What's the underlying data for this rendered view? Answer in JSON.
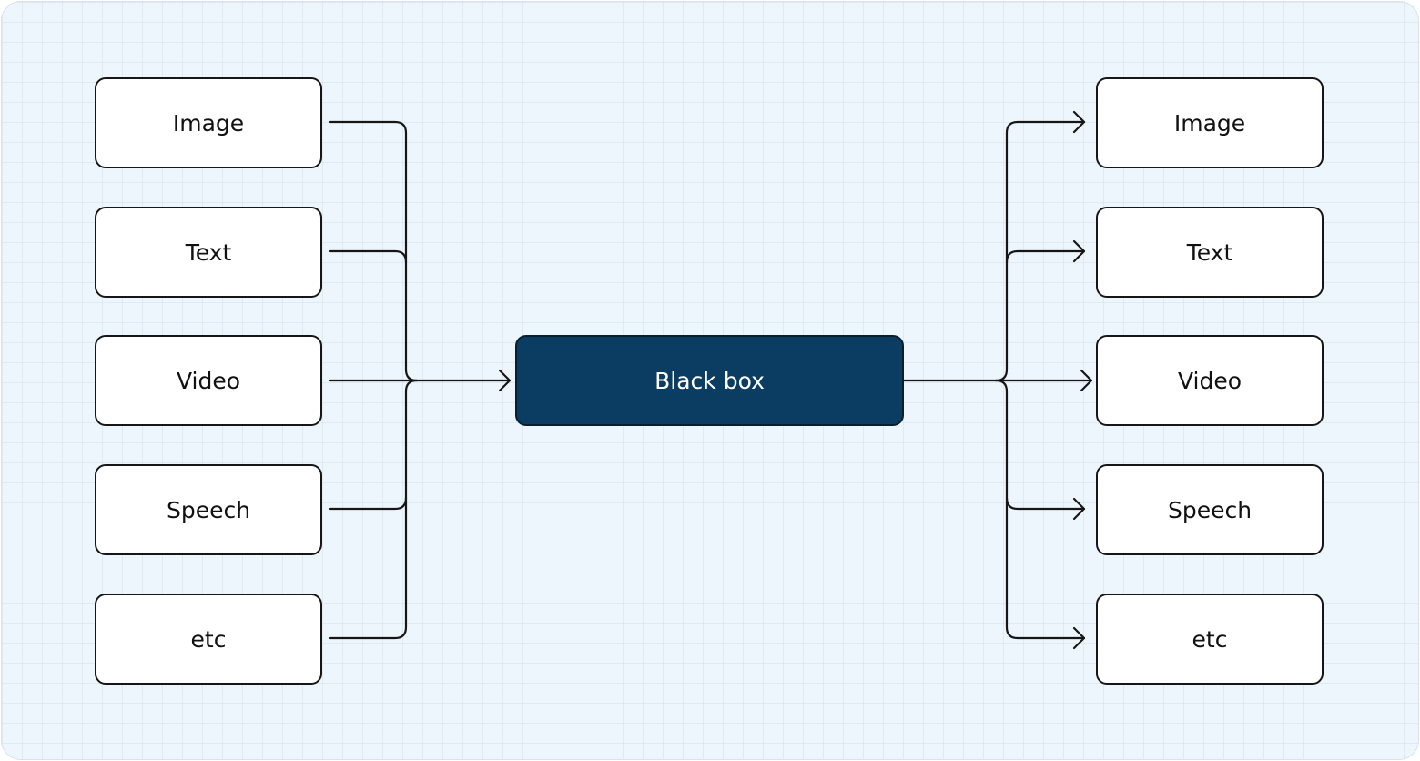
{
  "diagram": {
    "inputs": [
      {
        "label": "Image"
      },
      {
        "label": "Text"
      },
      {
        "label": "Video"
      },
      {
        "label": "Speech"
      },
      {
        "label": "etc"
      }
    ],
    "center": {
      "label": "Black box"
    },
    "outputs": [
      {
        "label": "Image"
      },
      {
        "label": "Text"
      },
      {
        "label": "Video"
      },
      {
        "label": "Speech"
      },
      {
        "label": "etc"
      }
    ]
  },
  "colors": {
    "background": "#eef6fd",
    "node_fill": "#ffffff",
    "node_border": "#161616",
    "center_fill": "#0b3d63",
    "center_text": "#ffffff",
    "line": "#161616"
  }
}
